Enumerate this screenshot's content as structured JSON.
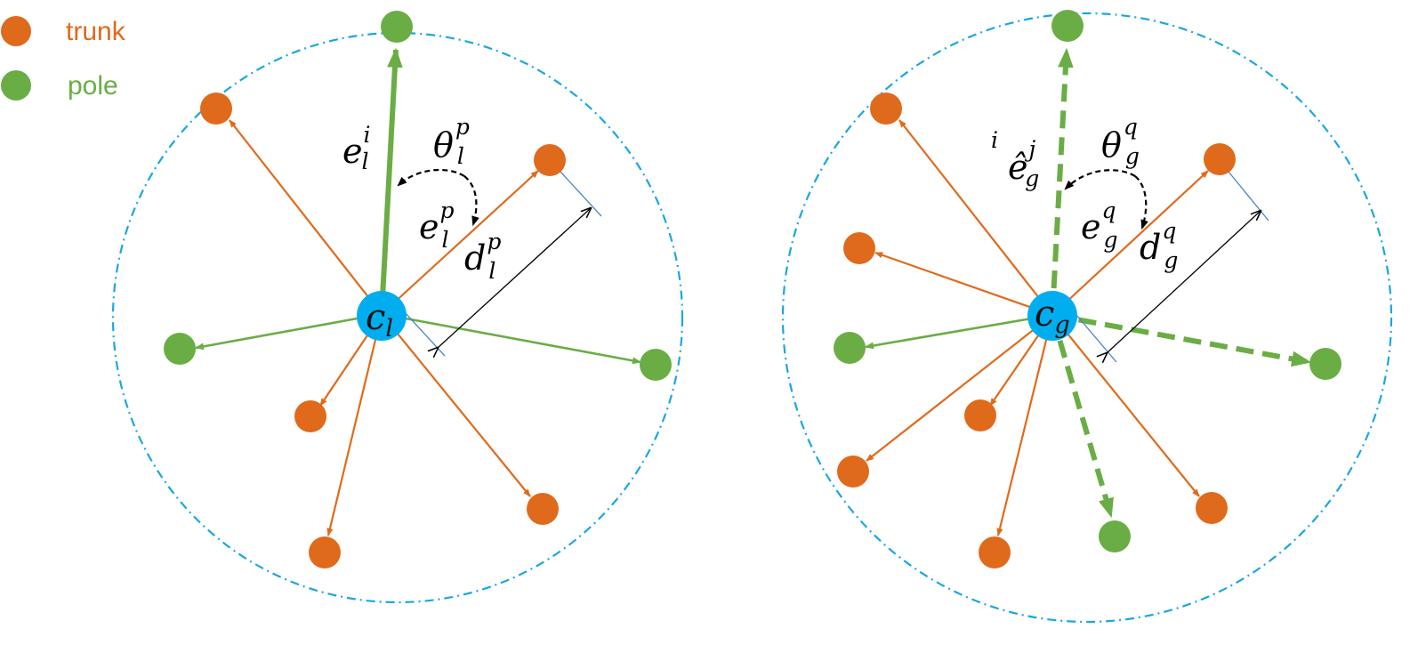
{
  "legend": {
    "items": [
      {
        "label": "trunk",
        "color": "#e06a1b"
      },
      {
        "label": "pole",
        "color": "#6aad45"
      }
    ]
  },
  "colors": {
    "trunk": "#e06a1b",
    "pole": "#6aad45",
    "center": "#00aeef",
    "boundary": "#1aa7e0",
    "distance_guide": "#4a86c8"
  },
  "local_graph": {
    "center": {
      "base": "c",
      "sub": "l"
    },
    "edge_label_i": {
      "base": "e",
      "sub": "l",
      "sup": "i"
    },
    "angle_label": {
      "base": "θ",
      "sub": "l",
      "sup": "p"
    },
    "edge_label_p": {
      "base": "e",
      "sub": "l",
      "sup": "p"
    },
    "distance_label": {
      "base": "d",
      "sub": "l",
      "sup": "p"
    }
  },
  "global_graph": {
    "center": {
      "base": "c",
      "sub": "g"
    },
    "edge_label_j": {
      "pre": "i",
      "base": "ê",
      "sub": "g",
      "sup": "j"
    },
    "angle_label": {
      "base": "θ",
      "sub": "g",
      "sup": "q"
    },
    "edge_label_q": {
      "base": "e",
      "sub": "g",
      "sup": "q"
    },
    "distance_label": {
      "base": "d",
      "sub": "g",
      "sup": "q"
    }
  }
}
